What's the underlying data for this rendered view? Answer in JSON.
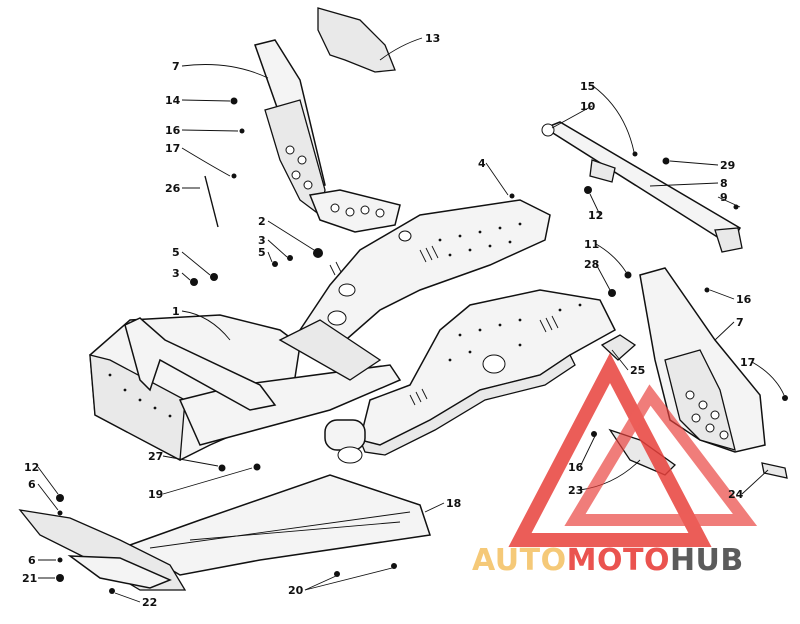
{
  "callouts": [
    {
      "id": "c13",
      "text": "13"
    },
    {
      "id": "c7a",
      "text": "7"
    },
    {
      "id": "c14",
      "text": "14"
    },
    {
      "id": "c16a",
      "text": "16"
    },
    {
      "id": "c17a",
      "text": "17"
    },
    {
      "id": "c26",
      "text": "26"
    },
    {
      "id": "c2",
      "text": "2"
    },
    {
      "id": "c3a",
      "text": "3"
    },
    {
      "id": "c5a",
      "text": "5"
    },
    {
      "id": "c5b",
      "text": "5"
    },
    {
      "id": "c3b",
      "text": "3"
    },
    {
      "id": "c1",
      "text": "1"
    },
    {
      "id": "c4",
      "text": "4"
    },
    {
      "id": "c15",
      "text": "15"
    },
    {
      "id": "c10",
      "text": "10"
    },
    {
      "id": "c29",
      "text": "29"
    },
    {
      "id": "c8",
      "text": "8"
    },
    {
      "id": "c9",
      "text": "9"
    },
    {
      "id": "c12a",
      "text": "12"
    },
    {
      "id": "c11",
      "text": "11"
    },
    {
      "id": "c28",
      "text": "28"
    },
    {
      "id": "c16b",
      "text": "16"
    },
    {
      "id": "c7b",
      "text": "7"
    },
    {
      "id": "c17b",
      "text": "17"
    },
    {
      "id": "c25",
      "text": "25"
    },
    {
      "id": "c27",
      "text": "27"
    },
    {
      "id": "c19",
      "text": "19"
    },
    {
      "id": "c18",
      "text": "18"
    },
    {
      "id": "c12b",
      "text": "12"
    },
    {
      "id": "c6a",
      "text": "6"
    },
    {
      "id": "c16c",
      "text": "16"
    },
    {
      "id": "c23",
      "text": "23"
    },
    {
      "id": "c24",
      "text": "24"
    },
    {
      "id": "c6b",
      "text": "6"
    },
    {
      "id": "c21",
      "text": "21"
    },
    {
      "id": "c22",
      "text": "22"
    },
    {
      "id": "c20",
      "text": "20"
    }
  ],
  "watermark": {
    "part1": "AUTO",
    "part2": "MOTO",
    "part3": "HUB",
    "colors": {
      "light": "#f5c46a",
      "red": "#e8413c",
      "dark": "#4a4a4a"
    }
  }
}
